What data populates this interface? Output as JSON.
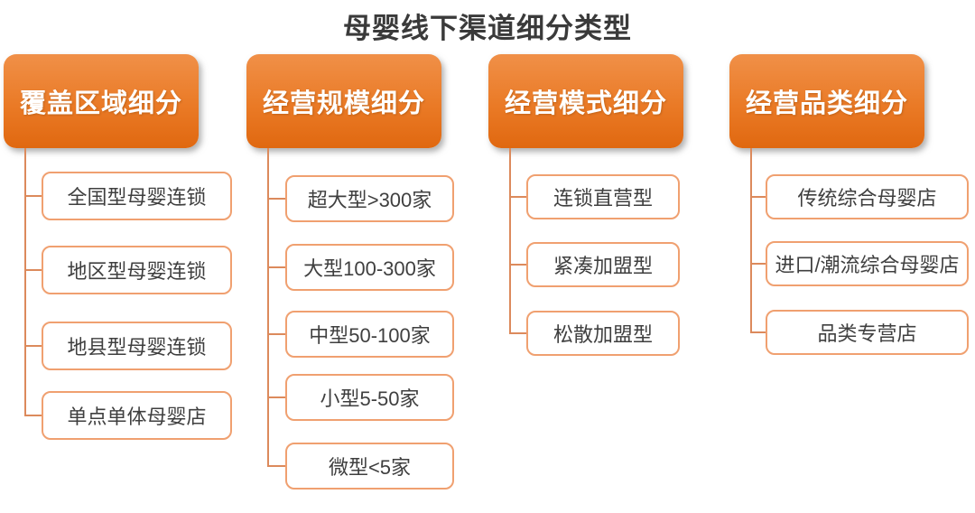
{
  "title": "母婴线下渠道细分类型",
  "diagram": {
    "columns": [
      {
        "header": "覆盖区域细分",
        "items": [
          "全国型母婴连锁",
          "地区型母婴连锁",
          "地县型母婴连锁",
          "单点单体母婴店"
        ]
      },
      {
        "header": "经营规模细分",
        "items": [
          "超大型>300家",
          "大型100-300家",
          "中型50-100家",
          "小型5-50家",
          "微型<5家"
        ]
      },
      {
        "header": "经营模式细分",
        "items": [
          "连锁直营型",
          "紧凑加盟型",
          "松散加盟型"
        ]
      },
      {
        "header": "经营品类细分",
        "items": [
          "传统综合母婴店",
          "进口/潮流综合母婴店",
          "品类专营店"
        ]
      }
    ]
  },
  "colors": {
    "header_gradient_top": "#F09048",
    "header_gradient_mid": "#EA7A26",
    "header_gradient_bottom": "#E06810",
    "item_border": "#F0A070",
    "connector_line": "#DC8A5C",
    "header_text": "#FFFFFF",
    "item_text": "#3F3F3F",
    "title_text": "#3A3A3A",
    "background": "#FFFFFF"
  }
}
